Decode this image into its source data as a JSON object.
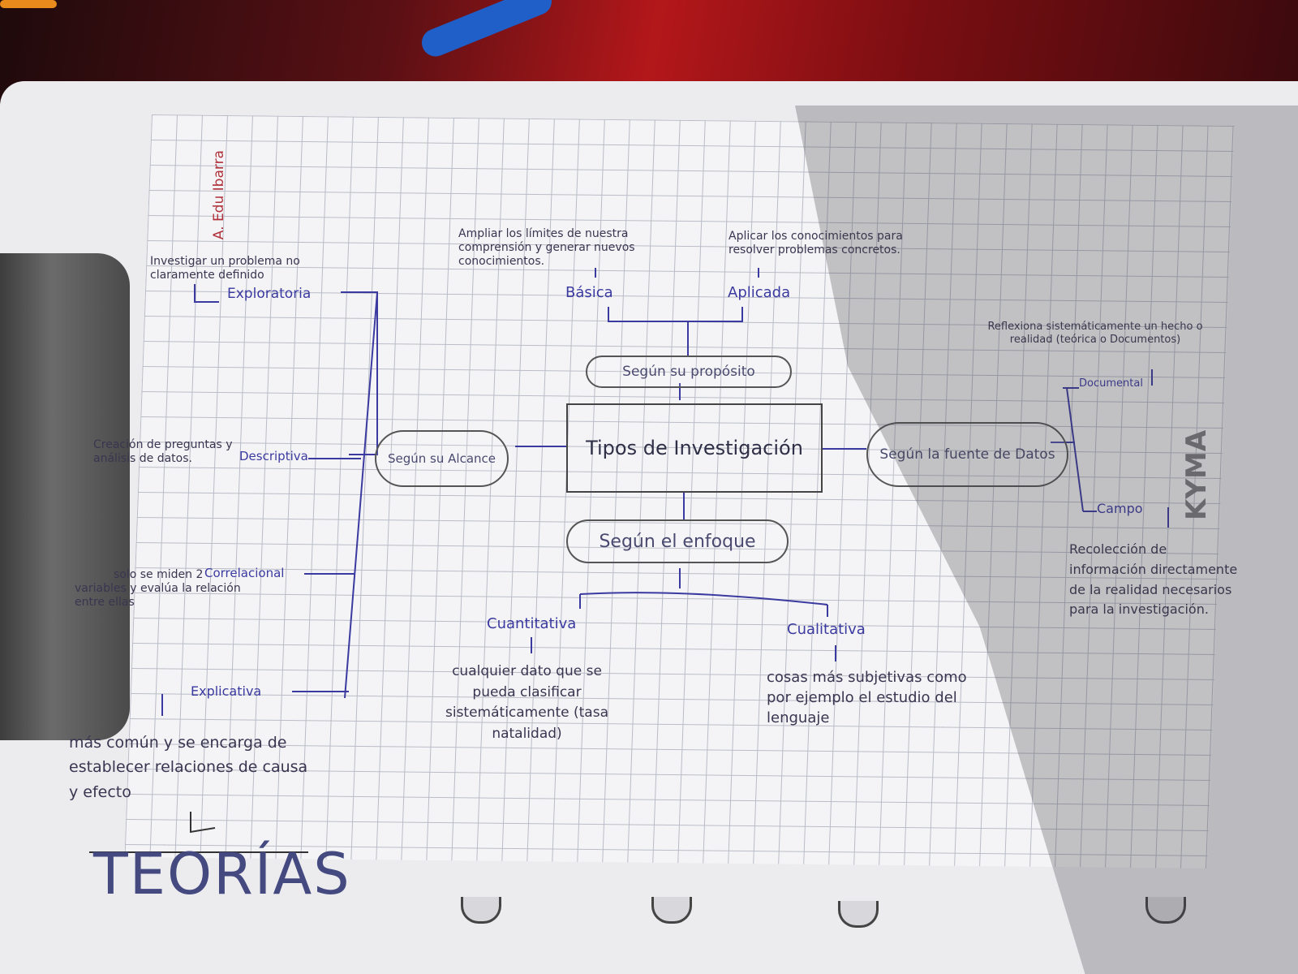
{
  "author": "A. Edu Ibarra",
  "title": "Tipos de Investigación",
  "proposito": {
    "label": "Según su propósito",
    "basica": {
      "label": "Básica",
      "desc": "Ampliar los límites de nuestra comprensión y generar nuevos conocimientos."
    },
    "aplicada": {
      "label": "Aplicada",
      "desc": "Aplicar los conocimientos para resolver problemas concretos."
    }
  },
  "alcance": {
    "label": "Según su Alcance",
    "exploratoria": {
      "label": "Exploratoria",
      "desc": "Investigar un problema no claramente definido"
    },
    "descriptiva": {
      "label": "Descriptiva",
      "desc": "Creación de preguntas y análisis de datos."
    },
    "correlacional": {
      "label": "Correlacional",
      "desc": "solo se miden 2 variables y evalúa la relación entre ellas"
    },
    "explicativa": {
      "label": "Explicativa",
      "desc": "más común y se encarga de establecer relaciones de causa y efecto"
    },
    "result": "TEORÍAS"
  },
  "fuente": {
    "label": "Según la fuente de Datos",
    "documental": {
      "label": "Documental",
      "desc": "Reflexiona sistemáticamente un hecho o realidad (teórica o Documentos)"
    },
    "campo": {
      "label": "Campo",
      "desc": "Recolección de información directamente de la realidad necesarios para la investigación."
    }
  },
  "enfoque": {
    "label": "Según el enfoque",
    "cuantitativa": {
      "label": "Cuantitativa",
      "desc": "cualquier dato que se pueda clasificar sistemáticamente (tasa natalidad)"
    },
    "cualitativa": {
      "label": "Cualitativa",
      "desc": "cosas más subjetivas como por ejemplo el estudio del lenguaje"
    }
  },
  "watermark": "KYMA",
  "colors": {
    "ink_blue": "#3b3aa0",
    "ink_dark": "#3a3550",
    "ink_red": "#b0303a",
    "grid": "#b9bcc6"
  }
}
